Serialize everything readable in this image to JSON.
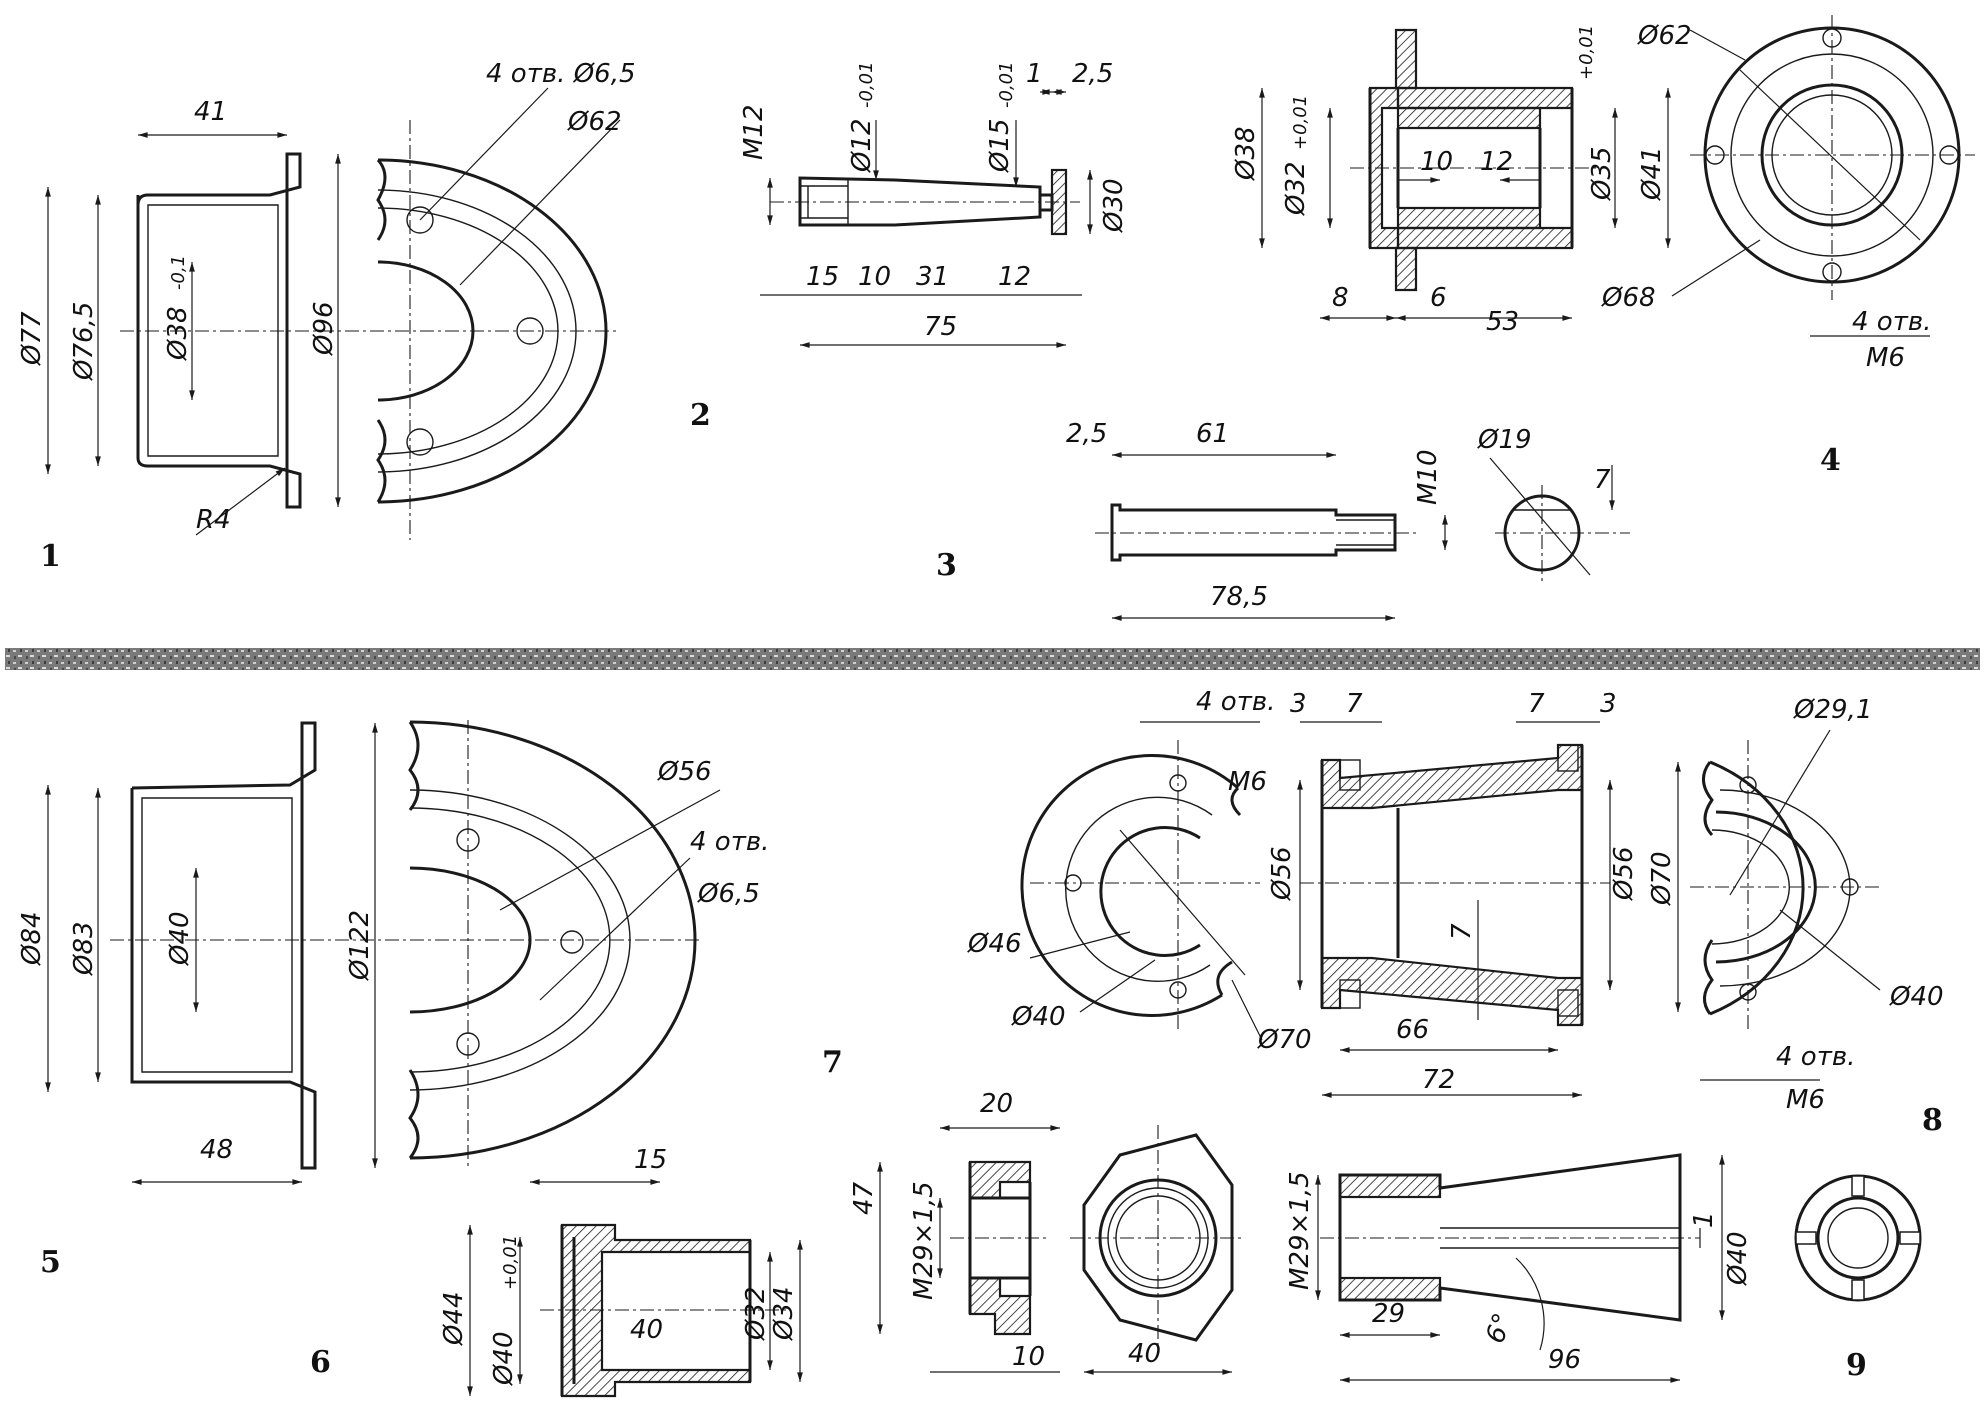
{
  "figures": [
    {
      "number": "1",
      "labels": {
        "d77": "Ø77",
        "d765": "Ø76,5",
        "d38": "Ø38",
        "tol38": "-0,1",
        "d96": "Ø96",
        "len41": "41",
        "holes": "4 отв. Ø6,5",
        "d62": "Ø62",
        "r4": "R4"
      }
    },
    {
      "number": "2",
      "labels": {
        "m12": "M12",
        "d12": "Ø12",
        "tol12": "-0,01",
        "d15": "Ø15",
        "tol15": "-0,01",
        "w1": "1",
        "w25": "2,5",
        "d30": "Ø30",
        "l15": "15",
        "l10": "10",
        "l31": "31",
        "l12": "12",
        "l75": "75"
      }
    },
    {
      "number": "3",
      "labels": {
        "l25": "2,5",
        "l61": "61",
        "m10": "M10",
        "d19": "Ø19",
        "w7": "7",
        "l785": "78,5"
      }
    },
    {
      "number": "4",
      "labels": {
        "d38": "Ø38",
        "d32": "Ø32",
        "tol32": "+0,01",
        "l10": "10",
        "l12": "12",
        "d35": "Ø35",
        "tol35": "+0,01",
        "d41": "Ø41",
        "l8": "8",
        "l6": "6",
        "l53": "53",
        "d62": "Ø62",
        "d68": "Ø68",
        "holes": "4 отв.",
        "m6": "M6"
      }
    },
    {
      "number": "5",
      "labels": {
        "d84": "Ø84",
        "d83": "Ø83",
        "d40": "Ø40",
        "d122": "Ø122",
        "l48": "48",
        "d56": "Ø56",
        "holes": "4 отв.",
        "d65": "Ø6,5"
      }
    },
    {
      "number": "6",
      "labels": {
        "l15": "15",
        "d44": "Ø44",
        "d40": "Ø40",
        "tol40": "+0,01",
        "l40": "40",
        "d32": "Ø32",
        "d34": "Ø34"
      }
    },
    {
      "number": "7",
      "labels": {
        "holes": "4 отв.",
        "m6": "M6",
        "w3a": "3",
        "w7a": "7",
        "w7b": "7",
        "w3b": "3",
        "d46": "Ø46",
        "d40": "Ø40",
        "d70": "Ø70",
        "d56a": "Ø56",
        "d56b": "Ø56",
        "d70b": "Ø70",
        "t7": "7",
        "l66": "66",
        "l72": "72"
      }
    },
    {
      "number": "8",
      "labels": {
        "d291": "Ø29,1",
        "d40": "Ø40",
        "holes": "4 отв.",
        "m6": "M6"
      }
    },
    {
      "number": "9",
      "labels": {
        "l20": "20",
        "h47": "47",
        "m29": "M29×1,5",
        "l10": "10",
        "l40": "40",
        "m29b": "M29×1,5",
        "l29": "29",
        "a6": "6°",
        "l96": "96",
        "w1": "1",
        "d40": "Ø40"
      }
    }
  ]
}
